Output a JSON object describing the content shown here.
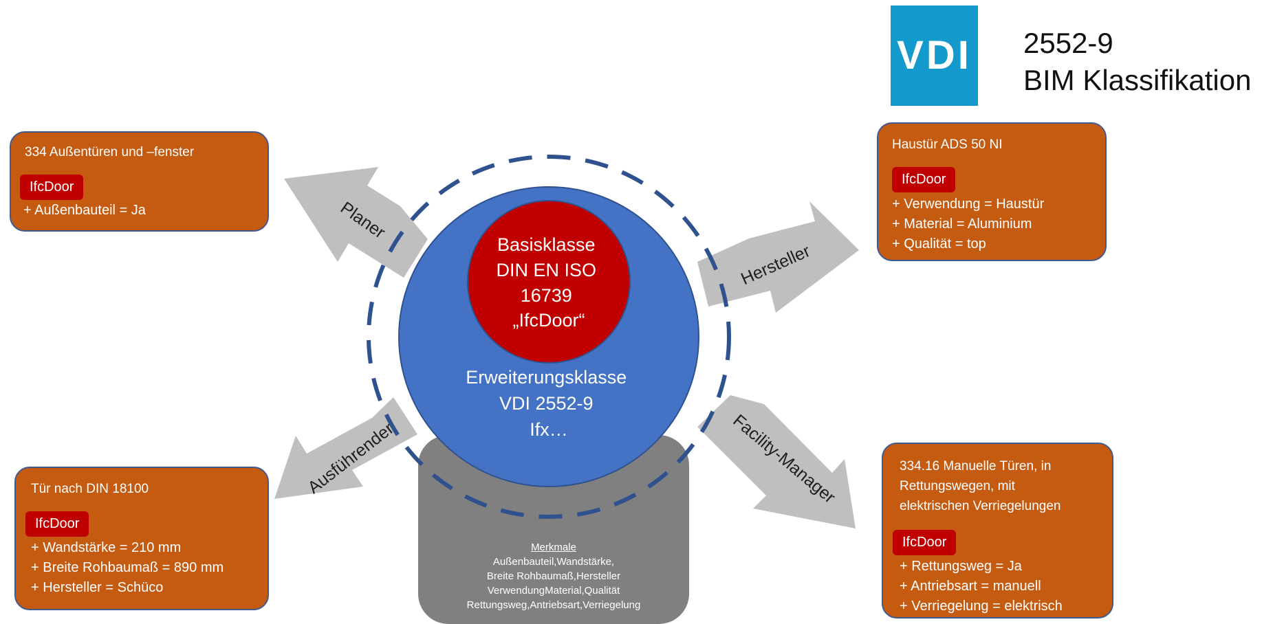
{
  "logo": {
    "text": "VDI",
    "line1": "2552-9",
    "line2": "BIM Klassifikation"
  },
  "center": {
    "basis_lines": [
      "Basisklasse",
      "DIN EN ISO",
      "16739",
      "„IfcDoor“"
    ],
    "erweiterung_lines": [
      "Erweiterungsklasse",
      "VDI 2552-9",
      "Ifx…"
    ],
    "merkmale_title": "Merkmale",
    "merkmale_lines": [
      "Außenbauteil,Wandstärke,",
      "Breite Rohbaumaß,Hersteller",
      "VerwendungMaterial,Qualität",
      "Rettungsweg,Antriebsart,Verriegelung"
    ]
  },
  "arrows": {
    "planer": "Planer",
    "hersteller": "Hersteller",
    "ausfuehrender": "Ausführender",
    "facility": "Facility-Manager"
  },
  "boxes": {
    "top_left": {
      "title": "334 Außentüren und –fenster",
      "tag": "IfcDoor",
      "props": [
        "+ Außenbauteil = Ja"
      ]
    },
    "top_right": {
      "title": "Haustür ADS 50 NI",
      "tag": "IfcDoor",
      "props": [
        "+ Verwendung = Haustür",
        "+ Material = Aluminium",
        "+ Qualität = top"
      ]
    },
    "bottom_left": {
      "title": "Tür nach DIN 18100",
      "tag": "IfcDoor",
      "props": [
        "+ Wandstärke = 210 mm",
        "+ Breite Rohbaumaß = 890 mm",
        "+ Hersteller = Schüco"
      ]
    },
    "bottom_right": {
      "title_lines": [
        "334.16 Manuelle Türen, in",
        "Rettungswegen, mit",
        "elektrischen Verriegelungen"
      ],
      "tag": "IfcDoor",
      "props": [
        "+ Rettungsweg = Ja",
        "+ Antriebsart = manuell",
        "+ Verriegelung = elektrisch"
      ]
    }
  },
  "colors": {
    "box": "#c55a11",
    "tag": "#c00000",
    "outer_circle": "#4472c4",
    "inner_circle": "#c00000",
    "gray_shape": "#808080",
    "arrow": "#bfbfbf",
    "dashed_ring": "#2f528f",
    "logo": "#1399cc"
  }
}
